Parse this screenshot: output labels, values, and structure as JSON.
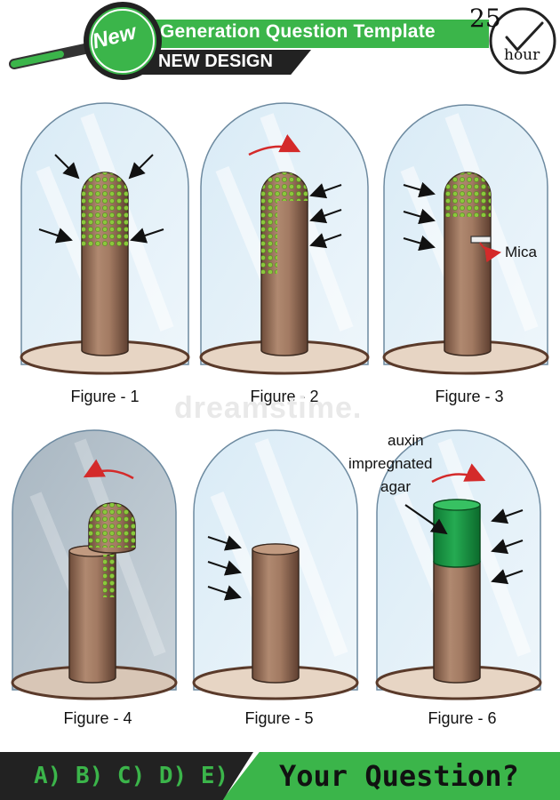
{
  "header": {
    "badge": "New",
    "title": "Generation Question Template",
    "subtitle": "NEW DESIGN",
    "clock_number": "25",
    "clock_unit": "hour"
  },
  "figures": [
    {
      "caption": "Figure - 1"
    },
    {
      "caption": "Figure - 2"
    },
    {
      "caption": "Figure - 3",
      "label": "Mica"
    },
    {
      "caption": "Figure - 4"
    },
    {
      "caption": "Figure - 5"
    },
    {
      "caption": "Figure - 6",
      "label_lines": [
        "auxin",
        "impregnated",
        "agar"
      ]
    }
  ],
  "watermark": "dreamstime.",
  "footer": {
    "options": "A) B) C) D) E)",
    "question": "Your Question?"
  },
  "colors": {
    "accent_green": "#3bb54a",
    "stem_brown": "#a47a60",
    "dot_green": "#8cc83c",
    "agar_green": "#1e9a46",
    "rotation_arrow": "#d42a2a",
    "dark": "#222222"
  }
}
